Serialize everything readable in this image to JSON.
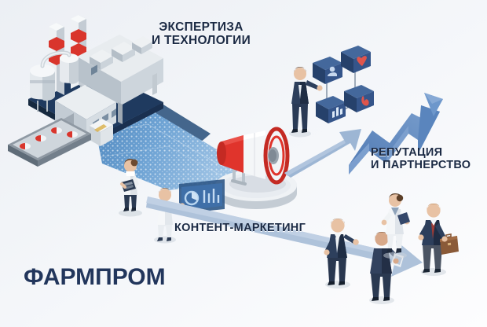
{
  "poster": {
    "background_color": "#f2f4f7",
    "brand": "ФАРМПРОМ",
    "brand_color": "#22365c",
    "labels": {
      "expertise": "ЭКСПЕРТИЗА\nИ ТЕХНОЛОГИИ",
      "reputation": "РЕПУТАЦИЯ\nИ ПАРТНЕРСТВО",
      "content_marketing": "КОНТЕНТ-МАРКЕТИНГ"
    },
    "palette": {
      "navy_platform": "#1f3a5f",
      "steel": "#c9d2da",
      "steel_dark": "#9aa8b5",
      "accent_red": "#e0342c",
      "accent_red_dark": "#b8231d",
      "stream_blue": "#5e9bd1",
      "arrow_blue": "#5b86bf",
      "arrow_pale": "#b9c9dd",
      "suit_navy": "#2d3f5c",
      "coat_white": "#f4f6f8",
      "skin": "#e8c2a4",
      "hair": "#8a5e3c",
      "card_blue": "#3c5e90"
    },
    "scenes": {
      "factory": {
        "name": "pharma-factory",
        "elements": [
          "smokestack-left",
          "smokestack-right",
          "main-building",
          "tank-large",
          "tank-small",
          "pipe",
          "control-box",
          "conveyor-belt",
          "pill-capsules",
          "crate"
        ]
      },
      "data_stream": {
        "name": "data-stream",
        "direction": "factory-to-megaphone"
      },
      "megaphone": {
        "name": "megaphone-on-pedestal"
      },
      "content_cards": {
        "name": "content-cards-cluster",
        "cards": [
          "person-card",
          "heart-card",
          "bar-chart-card",
          "organ-card"
        ],
        "presenter": "businessman-presenter"
      },
      "growth_chart": {
        "name": "growth-arrow-zigzag",
        "direction": "up-right"
      },
      "people_group": {
        "name": "partners-group",
        "figures": [
          "businessman-gesturing",
          "man-with-tablet",
          "woman-doctor",
          "man-with-briefcase"
        ]
      },
      "arrows": {
        "up_arrow": "arrow-up-right-to-growth",
        "down_arrow": "arrow-down-right-to-partners"
      }
    }
  }
}
